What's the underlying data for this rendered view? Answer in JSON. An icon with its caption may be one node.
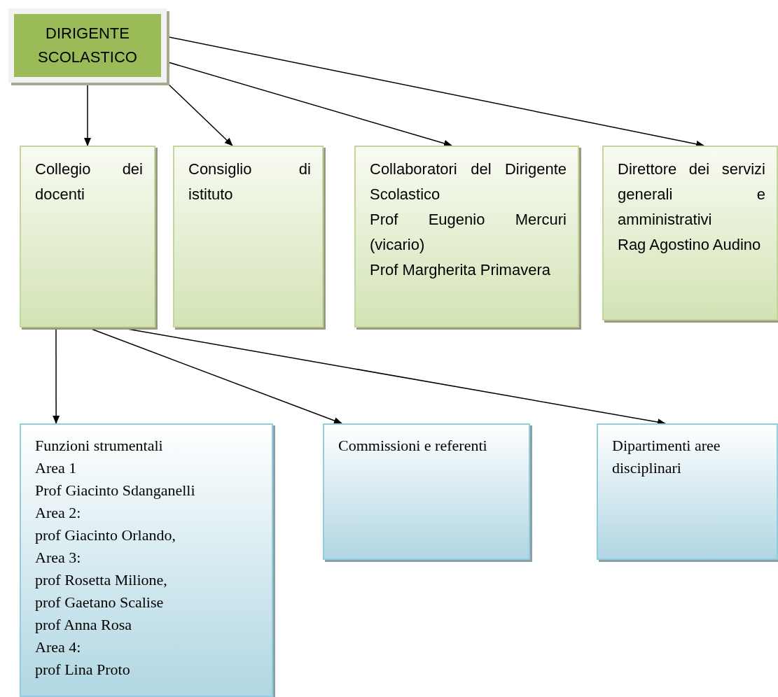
{
  "diagram": {
    "nodes": [
      {
        "text": [
          "DIRIGENTE SCOLASTICO"
        ]
      },
      {
        "text": [
          "Collegio dei docenti"
        ]
      },
      {
        "text": [
          "Consiglio di istituto"
        ]
      },
      {
        "text": [
          "Collaboratori del Dirigente Scolastico",
          "Prof Eugenio Mercuri (vicario)",
          "Prof Margherita Primavera"
        ]
      },
      {
        "text": [
          "Direttore dei servizi generali e amministrativi",
          "Rag Agostino Audino"
        ]
      },
      {
        "text": [
          "Funzioni strumentali",
          "Area 1",
          "Prof Giacinto Sdanganelli",
          "Area 2:",
          "prof Giacinto Orlando,",
          "Area 3:",
          "prof Rosetta Milione,",
          "prof Gaetano Scalise",
          "prof Anna Rosa",
          "Area 4:",
          "prof Lina Proto"
        ]
      },
      {
        "text": [
          "Commissioni e referenti"
        ]
      },
      {
        "text": [
          "Dipartimenti aree disciplinari"
        ]
      }
    ],
    "edges": [
      {
        "from": 0,
        "to": 1,
        "arrow": "to"
      },
      {
        "from": 0,
        "to": 2,
        "arrow": "to"
      },
      {
        "from": 0,
        "to": 3,
        "arrow": "to"
      },
      {
        "from": 0,
        "to": 4,
        "arrow": "to"
      },
      {
        "from": 1,
        "to": 5,
        "arrow": "to"
      },
      {
        "from": 1,
        "to": 6,
        "arrow": "to"
      },
      {
        "from": 1,
        "to": 7,
        "arrow": "to"
      }
    ]
  }
}
